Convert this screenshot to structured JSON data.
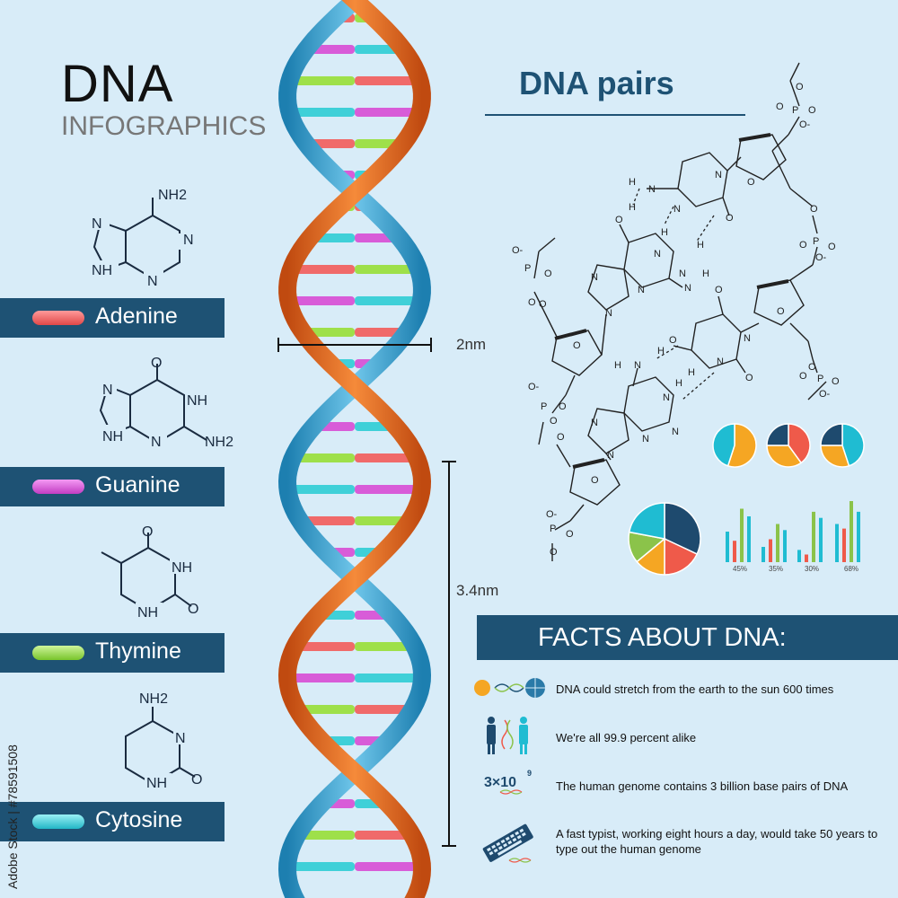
{
  "header": {
    "title": "DNA",
    "subtitle": "INFOGRAPHICS"
  },
  "bases": [
    {
      "label": "Adenine",
      "color": "#f06a6a"
    },
    {
      "label": "Guanine",
      "color": "#d85cd8"
    },
    {
      "label": "Thymine",
      "color": "#9ee04a"
    },
    {
      "label": "Cytosine",
      "color": "#3fd0d8"
    }
  ],
  "structures": {
    "adenine": {
      "nh2": "NH2",
      "n": "N",
      "nh": "NH"
    },
    "guanine": {
      "o": "O",
      "nh": "NH",
      "n": "N",
      "nh2": "NH2"
    },
    "thymine": {
      "o": "O",
      "nh": "NH"
    },
    "cytosine": {
      "nh2": "NH2",
      "n": "N",
      "o": "O",
      "nh": "NH"
    }
  },
  "helix": {
    "width_label": "2nm",
    "pitch_label": "3.4nm"
  },
  "pairs": {
    "title": "DNA pairs",
    "atoms": {
      "h": "H",
      "n": "N",
      "o": "O",
      "p": "P",
      "o_minus": "O-",
      "h2n": "H",
      "nh": "N",
      "o_ring": "O"
    }
  },
  "charts": {
    "bar_percents": [
      "45%",
      "35%",
      "30%",
      "68%"
    ]
  },
  "chart_data": [
    {
      "type": "pie",
      "values": [
        55,
        45
      ],
      "colors": [
        "#f5a623",
        "#1fbcd2"
      ]
    },
    {
      "type": "pie",
      "values": [
        40,
        35,
        25
      ],
      "colors": [
        "#ef5a4a",
        "#f5a623",
        "#1e4a6e"
      ]
    },
    {
      "type": "pie",
      "values": [
        45,
        30,
        25
      ],
      "colors": [
        "#1fbcd2",
        "#f5a623",
        "#1e4a6e"
      ]
    },
    {
      "type": "pie",
      "values": [
        32,
        18,
        14,
        14,
        22
      ],
      "colors": [
        "#1e4a6e",
        "#ef5a4a",
        "#f5a623",
        "#8bc34a",
        "#1fbcd2"
      ]
    },
    {
      "type": "bar",
      "categories": [
        "45%",
        "35%",
        "30%",
        "68%"
      ],
      "series": [
        {
          "values": [
            40,
            20,
            16,
            50
          ],
          "color": "#1fbcd2"
        },
        {
          "values": [
            28,
            30,
            10,
            44
          ],
          "color": "#ef5a4a"
        },
        {
          "values": [
            70,
            50,
            66,
            80
          ],
          "color": "#8bc34a"
        },
        {
          "values": [
            60,
            42,
            58,
            66
          ],
          "color": "#1fbcd2"
        }
      ],
      "ylim": [
        0,
        100
      ]
    }
  ],
  "facts": {
    "title": "FACTS ABOUT DNA:",
    "items": [
      "DNA could stretch from the earth to the sun 600 times",
      "We're all 99.9 percent alike",
      "The human genome contains 3 billion base pairs of DNA",
      "A fast typist, working eight hours a day, would take 50 years to type out the human genome"
    ],
    "genome_base": "3×10",
    "genome_exp": "9"
  },
  "stock_id": "Adobe Stock | #78591508",
  "colors": {
    "dark_blue": "#1e5274",
    "strand_orange": "#e8641e",
    "strand_blue": "#2f9fd0",
    "background": "#d8ecf8"
  }
}
